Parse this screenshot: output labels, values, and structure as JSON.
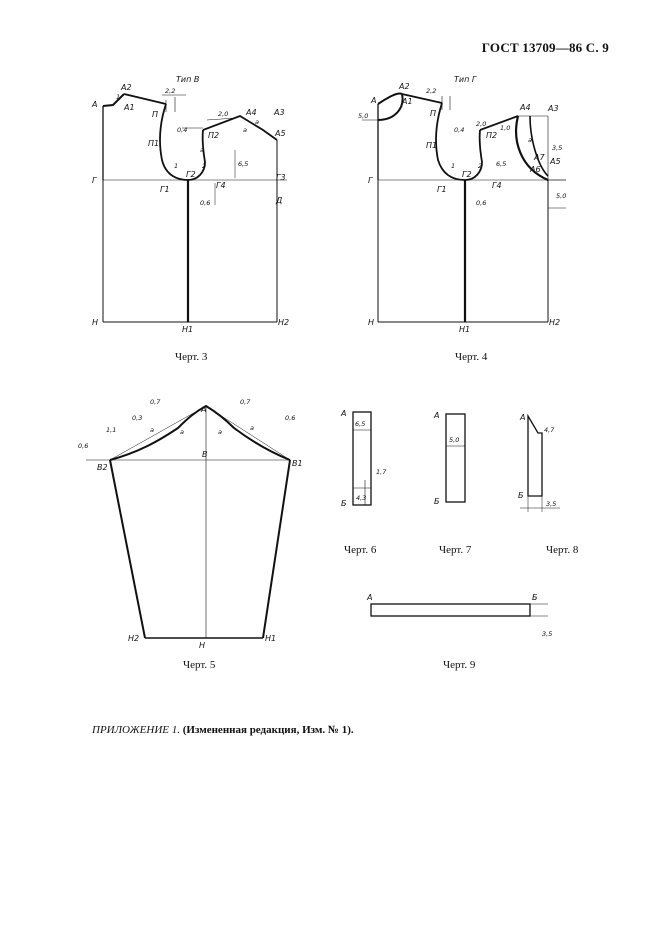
{
  "header": "ГОСТ 13709—86 С. 9",
  "drawings": {
    "d3": {
      "caption": "Черт. 3",
      "type_label": "Тип В",
      "points": [
        "А",
        "А2",
        "1",
        "А1",
        "2,2",
        "П",
        "П1",
        "0,4",
        "2,0",
        "П2",
        "А4",
        "а",
        "А3",
        "а",
        "А5",
        "1",
        "2",
        "а",
        "6,5",
        "Г",
        "Г1",
        "Г2",
        "Г4",
        "0,6",
        "Г3",
        "Д",
        "Н",
        "Н1",
        "Н2"
      ]
    },
    "d4": {
      "caption": "Черт. 4",
      "type_label": "Тип Г",
      "points": [
        "5,0",
        "А",
        "А2",
        "А1",
        "2,2",
        "П",
        "П1",
        "0,4",
        "2,0",
        "П2",
        "1,0",
        "А4",
        "А3",
        "а",
        "3,5",
        "А7",
        "А5",
        "А6",
        "Г",
        "Г1",
        "Г2",
        "Г4",
        "6,5",
        "0,6",
        "5,0",
        "Н",
        "Н1",
        "Н2",
        "1",
        "2"
      ]
    },
    "d5": {
      "caption": "Черт. 5",
      "points": [
        "А",
        "В",
        "В1",
        "В2",
        "Н",
        "Н1",
        "Н2",
        "а",
        "а",
        "а",
        "а",
        "0,6",
        "1,1",
        "0,3",
        "0,7",
        "0,7",
        "0,6"
      ]
    },
    "d6": {
      "caption": "Черт. 6",
      "points": [
        "А",
        "Б",
        "6,5",
        "1,7",
        "4,3"
      ]
    },
    "d7": {
      "caption": "Черт. 7",
      "points": [
        "А",
        "Б",
        "5,0"
      ]
    },
    "d8": {
      "caption": "Черт. 8",
      "points": [
        "А",
        "Б",
        "4,7",
        "3,5"
      ]
    },
    "d9": {
      "caption": "Черт. 9",
      "points": [
        "А",
        "Б",
        "3,5"
      ]
    }
  },
  "note": {
    "italic": "ПРИЛОЖЕНИЕ 1.",
    "bold": "(Измененная редакция, Изм. № 1)."
  }
}
